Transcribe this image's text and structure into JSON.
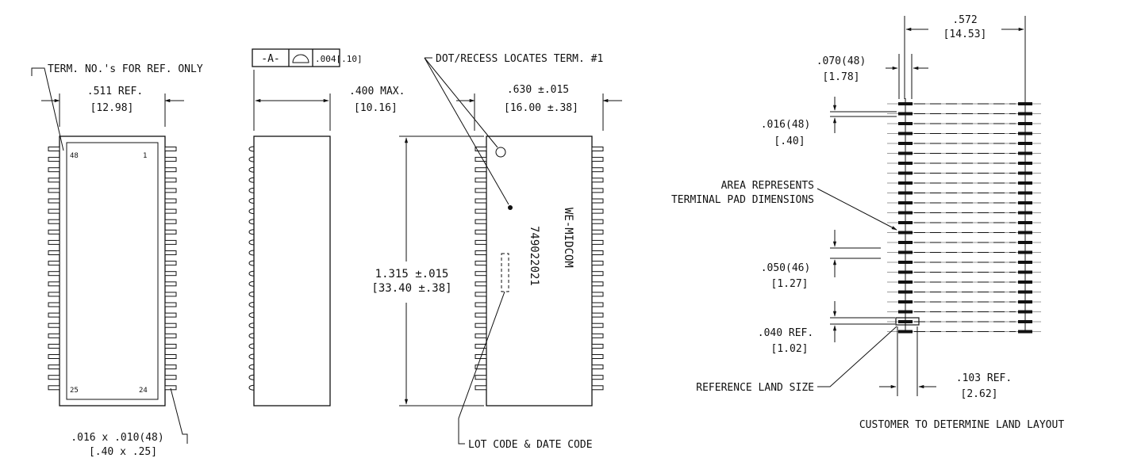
{
  "notes": {
    "term_ref": "TERM. NO.'s FOR REF. ONLY",
    "dot_recess": "DOT/RECESS LOCATES TERM. #1",
    "lot_code": "LOT CODE & DATE CODE",
    "area_represents_1": "AREA REPRESENTS",
    "area_represents_2": "TERMINAL PAD DIMENSIONS",
    "reference_land": "REFERENCE LAND SIZE",
    "customer": "CUSTOMER TO DETERMINE LAND LAYOUT"
  },
  "top_view": {
    "width_1": ".511 REF.",
    "width_2": "[12.98]",
    "pin_48": "48",
    "pin_1": "1",
    "pin_25": "25",
    "pin_24": "24",
    "lead_1": ".016 x .010(48)",
    "lead_2": "[.40 x .25]",
    "pins_per_side": 24
  },
  "side_view": {
    "datum": "-A-",
    "flatness": ".004[.10]",
    "height_1": ".400 MAX.",
    "height_2": "[10.16]"
  },
  "marking_view": {
    "width_1": ".630 ±.015",
    "width_2": "[16.00 ±.38]",
    "length_1": "1.315 ±.015",
    "length_2": "[33.40 ±.38]",
    "line_1": "WE-MIDCOM",
    "line_2": "749022021"
  },
  "land_pattern": {
    "pitch_span_1": ".572",
    "pitch_span_2": "[14.53]",
    "pad_len_1": ".070(48)",
    "pad_len_2": "[1.78]",
    "pad_w_1": ".016(48)",
    "pad_w_2": "[.40]",
    "pitch_1": ".050(46)",
    "pitch_2": "[1.27]",
    "land_1": ".040 REF.",
    "land_2": "[1.02]",
    "land_w_1": ".103 REF.",
    "land_w_2": "[2.62]",
    "pad_rows": 24
  }
}
